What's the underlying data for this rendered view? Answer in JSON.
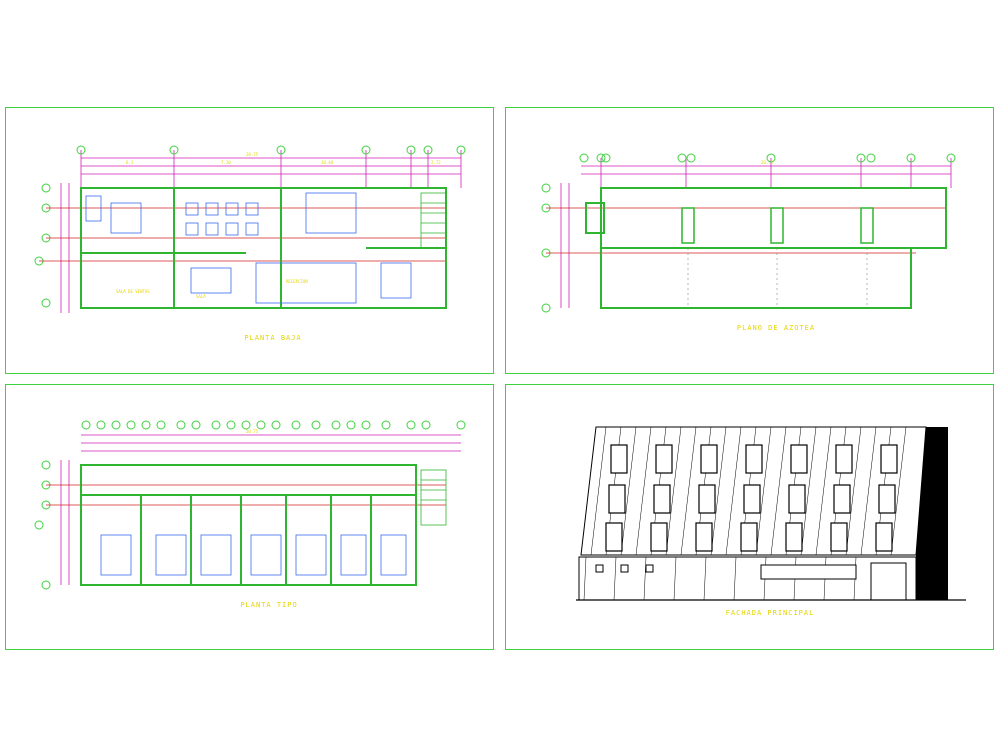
{
  "panels": [
    {
      "id": "planta-baja",
      "title": "PLANTA BAJA"
    },
    {
      "id": "plano-azotea",
      "title": "PLANO DE AZOTEA"
    },
    {
      "id": "planta-tipo",
      "title": "PLANTA TIPO"
    },
    {
      "id": "fachada",
      "title": "FACHADA PRINCIPAL"
    }
  ],
  "colors": {
    "frame": "#3fd23f",
    "wall": "#2fb52f",
    "dimension": "#d01fb4",
    "axis": "#d42020",
    "label": "#e5d400",
    "furniture": "#3a6cf0",
    "elevation": "#000000"
  }
}
